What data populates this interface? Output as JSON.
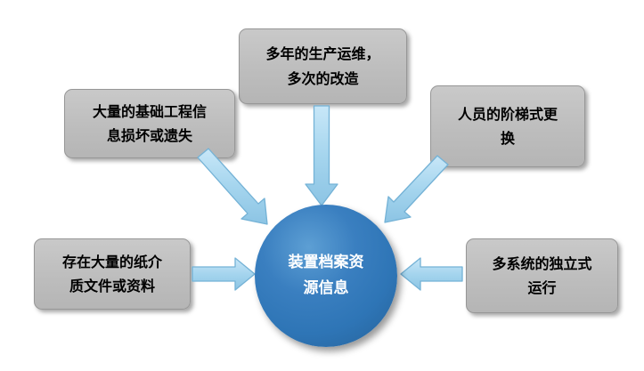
{
  "diagram": {
    "center": {
      "lines": [
        "装置档案资",
        "源信息"
      ]
    },
    "nodes": {
      "top": {
        "lines": [
          "多年的生产运维，",
          "多次的改造"
        ]
      },
      "upper_left": {
        "lines": [
          "大量的基础工程信",
          "息损坏或遗失"
        ]
      },
      "upper_right": {
        "lines": [
          "人员的阶梯式更",
          "换"
        ]
      },
      "left": {
        "lines": [
          "存在大量的纸介",
          "质文件或资料"
        ]
      },
      "right": {
        "lines": [
          "多系统的独立式",
          "运行"
        ]
      }
    },
    "colors": {
      "box_fill": "#bfbfbf",
      "box_border": "#979797",
      "arrow_fill": "#a5d5ee",
      "arrow_stroke": "#74b2d6",
      "circle_fill": "#2e75b6",
      "box_text": "#000000",
      "center_text": "#ffffff",
      "background": "#ffffff"
    }
  }
}
